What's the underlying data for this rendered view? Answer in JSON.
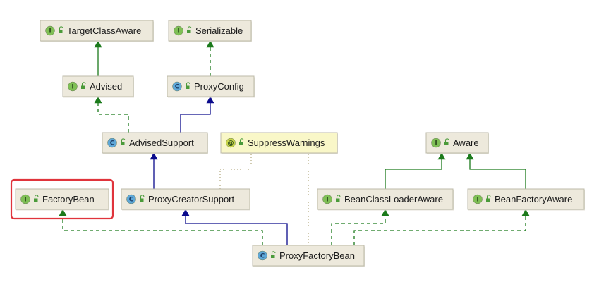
{
  "colors": {
    "interface_badge": "#7fbf55",
    "class_badge": "#5fa8d8",
    "annotation_badge": "#c9d64a",
    "node_fill": "#ede9dc",
    "node_fill_annotation": "#f9f7c8",
    "node_border": "#bdbaa8",
    "implements_edge": "#1b7a1b",
    "extends_edge": "#0a0a8c",
    "annotation_edge": "#b6ad86",
    "highlight": "#e0343c"
  },
  "nodes": [
    {
      "id": "TargetClassAware",
      "label": "TargetClassAware",
      "kind": "interface",
      "badge": "I"
    },
    {
      "id": "Serializable",
      "label": "Serializable",
      "kind": "interface",
      "badge": "I"
    },
    {
      "id": "Advised",
      "label": "Advised",
      "kind": "interface",
      "badge": "I"
    },
    {
      "id": "ProxyConfig",
      "label": "ProxyConfig",
      "kind": "class",
      "badge": "C"
    },
    {
      "id": "AdvisedSupport",
      "label": "AdvisedSupport",
      "kind": "class",
      "badge": "C"
    },
    {
      "id": "SuppressWarnings",
      "label": "SuppressWarnings",
      "kind": "annotation",
      "badge": "@"
    },
    {
      "id": "Aware",
      "label": "Aware",
      "kind": "interface",
      "badge": "I"
    },
    {
      "id": "FactoryBean",
      "label": "FactoryBean",
      "kind": "interface",
      "badge": "I",
      "highlighted": true
    },
    {
      "id": "ProxyCreatorSupport",
      "label": "ProxyCreatorSupport",
      "kind": "class",
      "badge": "C"
    },
    {
      "id": "BeanClassLoaderAware",
      "label": "BeanClassLoaderAware",
      "kind": "interface",
      "badge": "I"
    },
    {
      "id": "BeanFactoryAware",
      "label": "BeanFactoryAware",
      "kind": "interface",
      "badge": "I"
    },
    {
      "id": "ProxyFactoryBean",
      "label": "ProxyFactoryBean",
      "kind": "class",
      "badge": "C"
    }
  ],
  "edges": [
    {
      "from": "Advised",
      "to": "TargetClassAware",
      "type": "extends-interface"
    },
    {
      "from": "ProxyConfig",
      "to": "Serializable",
      "type": "implements"
    },
    {
      "from": "AdvisedSupport",
      "to": "Advised",
      "type": "implements"
    },
    {
      "from": "AdvisedSupport",
      "to": "ProxyConfig",
      "type": "extends"
    },
    {
      "from": "ProxyCreatorSupport",
      "to": "AdvisedSupport",
      "type": "extends"
    },
    {
      "from": "ProxyCreatorSupport",
      "to": "SuppressWarnings",
      "type": "annotated"
    },
    {
      "from": "ProxyFactoryBean",
      "to": "SuppressWarnings",
      "type": "annotated"
    },
    {
      "from": "BeanClassLoaderAware",
      "to": "Aware",
      "type": "extends-interface"
    },
    {
      "from": "BeanFactoryAware",
      "to": "Aware",
      "type": "extends-interface"
    },
    {
      "from": "ProxyFactoryBean",
      "to": "FactoryBean",
      "type": "implements"
    },
    {
      "from": "ProxyFactoryBean",
      "to": "ProxyCreatorSupport",
      "type": "extends"
    },
    {
      "from": "ProxyFactoryBean",
      "to": "BeanClassLoaderAware",
      "type": "implements"
    },
    {
      "from": "ProxyFactoryBean",
      "to": "BeanFactoryAware",
      "type": "implements"
    }
  ]
}
